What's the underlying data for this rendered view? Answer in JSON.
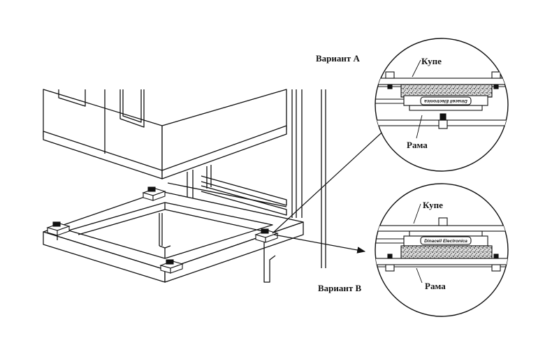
{
  "labels": {
    "variant_a": "Вариант  А",
    "variant_b": "Вариант В",
    "kupe_a": "Купе",
    "rama_a": "Рама",
    "kupe_b": "Купе",
    "rama_b": "Рама"
  },
  "load_cell": {
    "brand_a": "Dinacell Electronica",
    "brand_b": "Dinacell Electronica"
  },
  "colors": {
    "line": "#111111",
    "fill": "#ffffff",
    "granite": "#cfcfcf"
  }
}
